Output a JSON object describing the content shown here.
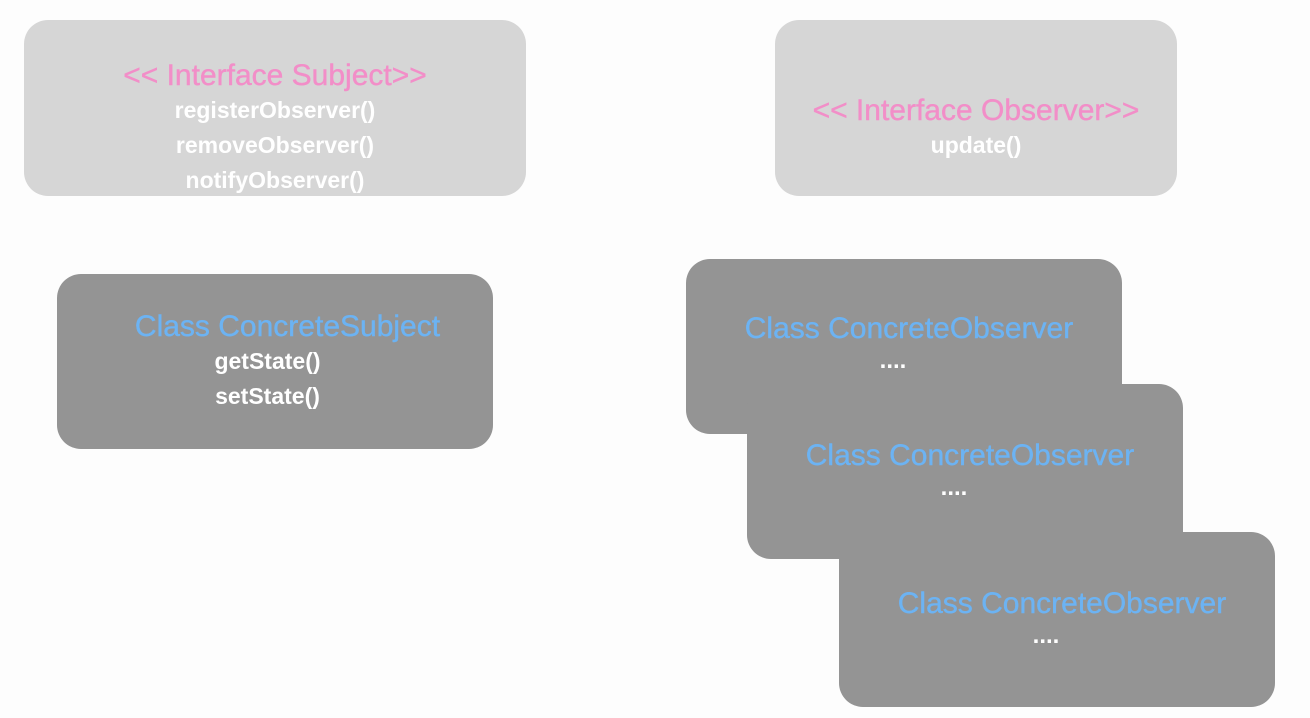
{
  "subject_interface": {
    "title": "<< Interface Subject>>",
    "methods": [
      "registerObserver()",
      "removeObserver()",
      "notifyObserver()"
    ]
  },
  "observer_interface": {
    "title": "<< Interface Observer>>",
    "methods": [
      "update()"
    ]
  },
  "concrete_subject": {
    "title": "Class ConcreteSubject",
    "methods": [
      "getState()",
      "setState()"
    ]
  },
  "concrete_observers": [
    {
      "title": "Class ConcreteObserver",
      "body": "...."
    },
    {
      "title": "Class ConcreteObserver",
      "body": "...."
    },
    {
      "title": "Class ConcreteObserver",
      "body": "...."
    }
  ],
  "colors": {
    "interface_fill": "#d6d6d6",
    "class_fill": "#949494",
    "interface_title": "#f28ec8",
    "class_title": "#6cb3f3",
    "method_text": "#ffffff"
  }
}
